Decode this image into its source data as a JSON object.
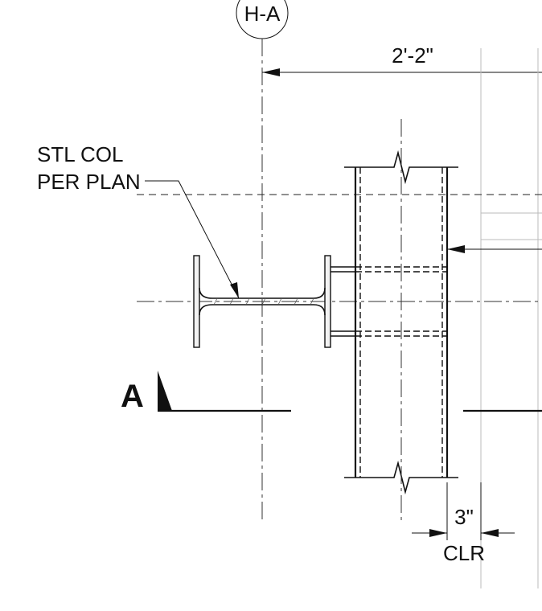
{
  "grid_bubble": {
    "label": "H-A"
  },
  "dimensions": {
    "top": "2'-2\"",
    "clearance_value": "3\"",
    "clearance_note": "CLR"
  },
  "callout": {
    "line1": "STL COL",
    "line2": "PER PLAN"
  },
  "section_mark": {
    "label": "A"
  }
}
